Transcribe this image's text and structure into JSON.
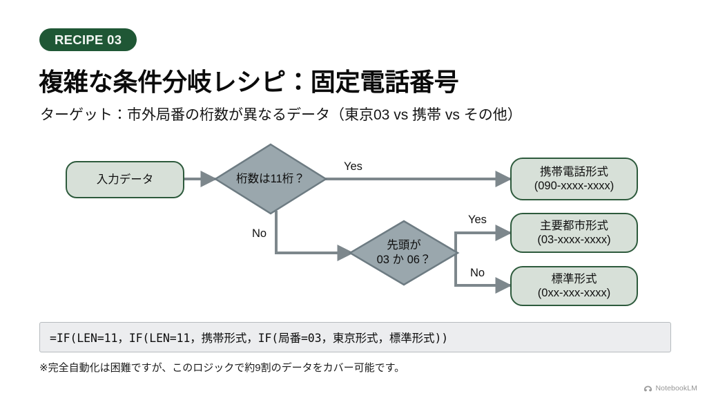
{
  "badge": {
    "label": "RECIPE 03"
  },
  "header": {
    "title": "複雑な条件分岐レシピ：固定電話番号",
    "subtitle": "ターゲット：市外局番の桁数が異なるデータ（東京03 vs 携帯 vs その他）"
  },
  "flow": {
    "input": {
      "label": "入力データ"
    },
    "decision1": {
      "line1": "桁数は11桁？"
    },
    "decision2": {
      "line1": "先頭が",
      "line2": "03 か 06？"
    },
    "outputs": [
      {
        "line1": "携帯電話形式",
        "line2": "(090-xxxx-xxxx)"
      },
      {
        "line1": "主要都市形式",
        "line2": "(03-xxxx-xxxx)"
      },
      {
        "line1": "標準形式",
        "line2": "(0xx-xxx-xxxx)"
      }
    ],
    "edges": {
      "d1_yes": "Yes",
      "d1_no": "No",
      "d2_yes": "Yes",
      "d2_no": "No"
    }
  },
  "formula": {
    "text": "=IF(LEN=11，IF(LEN=11，携帯形式，IF(局番=03，東京形式，標準形式))"
  },
  "footnote": {
    "text": "※完全自動化は困難ですが、このロジックで約9割のデータをカバー可能です。"
  },
  "watermark": {
    "label": "NotebookLM"
  },
  "colors": {
    "badge_bg": "#1f5735",
    "node_fill": "#d7e0d8",
    "node_border": "#2d5a3c",
    "diamond_fill": "#9aa7ad",
    "diamond_border": "#6d7b82",
    "connector": "#7d878c",
    "formula_bg": "#ecedef",
    "formula_border": "#b6bbbe"
  }
}
